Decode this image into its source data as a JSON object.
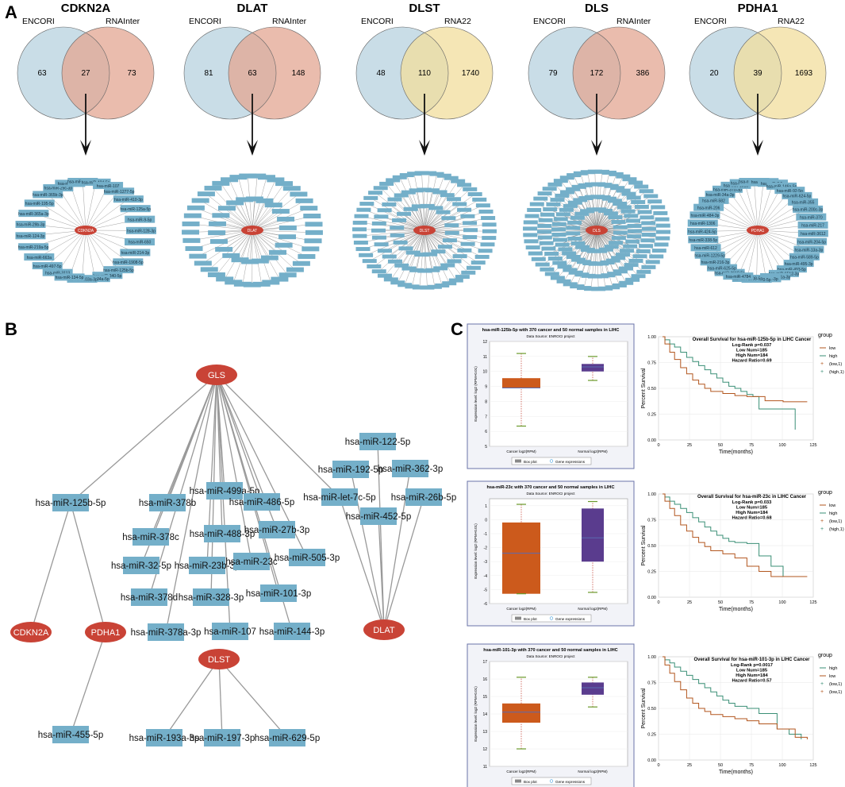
{
  "panels": {
    "a": "A",
    "b": "B",
    "c": "C"
  },
  "venns": [
    {
      "gene": "CDKN2A",
      "left": "ENCORI",
      "right": "RNAInter",
      "only_left": "63",
      "both": "27",
      "only_right": "73",
      "color": "salmon",
      "mirnas": [
        "hsa-miR-3113",
        "hsa-miR-497-5p",
        "hsa-miR-663a",
        "hsa-miR-219a-5p",
        "hsa-miR-124-3p",
        "hsa-miR-29b-3p",
        "hsa-miR-365a-3p",
        "hsa-miR-195-5p",
        "hsa-miR-365b-3p",
        "hsa-miR-29c-3p",
        "hsa-miR-1285",
        "hsa-miR-3681-3p",
        "hsa-miR-424-5p",
        "hsa-miR-107",
        "hsa-miR-1277-5p",
        "hsa-miR-410-3p",
        "hsa-miR-125a-5p",
        "hsa-miR-9-5p",
        "hsa-miR-128-3p",
        "hsa-miR-650",
        "hsa-miR-214-3p",
        "hsa-miR-1908-5p",
        "hsa-miR-125b-5p",
        "hsa-miR-340-5p",
        "hsa-miR-34a-5p",
        "hsa-miR-103a-3p",
        "hsa-miR-134-5p"
      ],
      "center": "CDKN2A"
    },
    {
      "gene": "DLAT",
      "left": "ENCORI",
      "right": "RNAInter",
      "only_left": "81",
      "both": "63",
      "only_right": "148",
      "color": "salmon",
      "center": "DLAT"
    },
    {
      "gene": "DLST",
      "left": "ENCORI",
      "right": "RNA22",
      "only_left": "48",
      "both": "110",
      "only_right": "1740",
      "color": "yellow",
      "center": "DLST"
    },
    {
      "gene": "DLS",
      "left": "ENCORI",
      "right": "RNAInter",
      "only_left": "79",
      "both": "172",
      "only_right": "386",
      "color": "salmon",
      "center": "DLS"
    },
    {
      "gene": "PDHA1",
      "left": "ENCORI",
      "right": "RNA22",
      "only_left": "20",
      "both": "39",
      "only_right": "1693",
      "color": "yellow",
      "center": "PDHA1",
      "mirnas": [
        "hsa-miR-3619-5p",
        "hsa-miR-625-5p",
        "hsa-miR-216-3p",
        "hsa-miR-1229-5p",
        "hsa-miR-612",
        "hsa-miR-338-5p",
        "hsa-miR-424-5p",
        "hsa-miR-1306",
        "hsa-miR-484-3p",
        "hsa-miR-206",
        "hsa-miR-582",
        "hsa-miR-34a-3p",
        "hsa-miR-370-3p",
        "hsa-miR-1915",
        "hsa-miR-342-3p",
        "hsa-miR-4723-5p",
        "hsa-miR-378c",
        "hsa-miR-7-5p",
        "hsa-miR-146a-5p",
        "hsa-miR-92-5p",
        "hsa-miR-624-5p",
        "hsa-miR-355",
        "hsa-miR-200c-3p",
        "hsa-miR-370",
        "hsa-miR-217",
        "hsa-miR-3612",
        "hsa-miR-204-5p",
        "hsa-miR-13a-3p",
        "hsa-miR-589-5p",
        "hsa-miR-495-3p",
        "hsa-miR-493-5p",
        "hsa-miR-6512-3p",
        "hsa-miR-181a-3p",
        "hsa-miR-1-3p",
        "hsa-miR-320-5p",
        "hsa-miR-1908-5p",
        "hsa-miR-4784"
      ]
    }
  ],
  "network": {
    "genes": {
      "GLS": "GLS",
      "CDKN2A": "CDKN2A",
      "PDHA1": "PDHA1",
      "DLST": "DLST",
      "DLAT": "DLAT"
    },
    "mirnas": [
      "hsa-miR-125b-5p",
      "hsa-miR-378b",
      "hsa-miR-499a-5p",
      "hsa-miR-486-5p",
      "hsa-miR-378c",
      "hsa-miR-488-3p",
      "hsa-miR-27b-3p",
      "hsa-miR-32-5p",
      "hsa-miR-23b-3p",
      "hsa-miR-23c",
      "hsa-miR-505-3p",
      "hsa-miR-378d",
      "hsa-miR-328-3p",
      "hsa-miR-101-3p",
      "hsa-miR-378a-3p",
      "hsa-miR-107",
      "hsa-miR-144-3p",
      "hsa-miR-455-5p",
      "hsa-miR-193a-3p",
      "hsa-miR-197-3p",
      "hsa-miR-629-5p",
      "hsa-miR-122-5p",
      "hsa-miR-192-5p",
      "hsa-miR-362-3p",
      "hsa-miR-let-7c-5p",
      "hsa-miR-26b-5p",
      "hsa-miR-452-5p"
    ]
  },
  "boxplots": [
    {
      "title": "hsa-miR-125b-5p with 370 cancer and 50 normal samples in LIHC",
      "source": "Data Source: ENROCI project",
      "ylabel": "Expression level: log2 (RPM+0.01)",
      "cancer": "Cancer log2(RPM)",
      "normal": "Normal log2(RPM)",
      "legend_box": "Box plot",
      "legend_gene": "Gene expressions",
      "yticks": [
        "12",
        "11",
        "10",
        "9",
        "8",
        "7",
        "6",
        "5"
      ]
    },
    {
      "title": "hsa-miR-23c with 370 cancer and 50 normal samples in LIHC",
      "source": "Data Source: ENROCI project",
      "ylabel": "Expression level: log2 (RPM+0.01)",
      "cancer": "Cancer log2(RPM)",
      "normal": "Normal log2(RPM)",
      "legend_box": "Box plot",
      "legend_gene": "Gene expressions",
      "yticks": [
        "1",
        "0",
        "-1",
        "-2",
        "-3",
        "-4",
        "-5",
        "-6"
      ]
    },
    {
      "title": "hsa-miR-101-3p with 370 cancer and 50 normal samples in LIHC",
      "source": "Data Source: ENROCI project",
      "ylabel": "Expression level: log2 (RPM+0.01)",
      "cancer": "Cancer log2(RPM)",
      "normal": "Normal log2(RPM)",
      "legend_box": "Box plot",
      "legend_gene": "Gene expressions",
      "yticks": [
        "17",
        "16",
        "15",
        "14",
        "13",
        "12",
        "11"
      ]
    }
  ],
  "survival": [
    {
      "title": "Overall Survival for hsa-miR-125b-5p in LIHC Cancer",
      "stats": [
        "Log-Rank p=0.037",
        "Low Num=185",
        "High Num=184",
        "Hazard Ratio=0.69"
      ],
      "legend_title": "group",
      "legend": [
        "low",
        "high",
        "(low,1)",
        "(high,1)"
      ]
    },
    {
      "title": "Overall Survival for hsa-miR-23c in LIHC Cancer",
      "stats": [
        "Log-Rank p=0.033",
        "Low Num=185",
        "High Num=184",
        "Hazard Ratio=0.68"
      ],
      "legend_title": "group",
      "legend": [
        "low",
        "high",
        "(low,1)",
        "(high,1)"
      ]
    },
    {
      "title": "Overall Survival for hsa-miR-101-3p in LIHC Cancer",
      "stats": [
        "Log-Rank p=0.0017",
        "Low Num=185",
        "High Num=184",
        "Hazard Ratio=0.57"
      ],
      "legend_title": "group",
      "legend": [
        "high",
        "low",
        "(low,1)",
        "(low,1)"
      ]
    }
  ],
  "survival_axes": {
    "ylabel": "Percent Survival",
    "xlabel": "Time(months)",
    "xticks": [
      "0",
      "25",
      "50",
      "75",
      "100",
      "125"
    ],
    "yticks": [
      "1.00",
      "0.75",
      "0.50",
      "0.25",
      "0.00"
    ]
  },
  "colors": {
    "venn_left": "#c6dbe6",
    "venn_salmon": "#e3a592",
    "venn_yellow": "#f1dd9c",
    "node_blue": "#74afc9",
    "gene_red": "#c94336",
    "edge": "#999999",
    "box_orange": "#cc5a1c",
    "box_purple": "#5a3c8e",
    "km_high": "#3a8f76",
    "km_low": "#b2561e"
  }
}
